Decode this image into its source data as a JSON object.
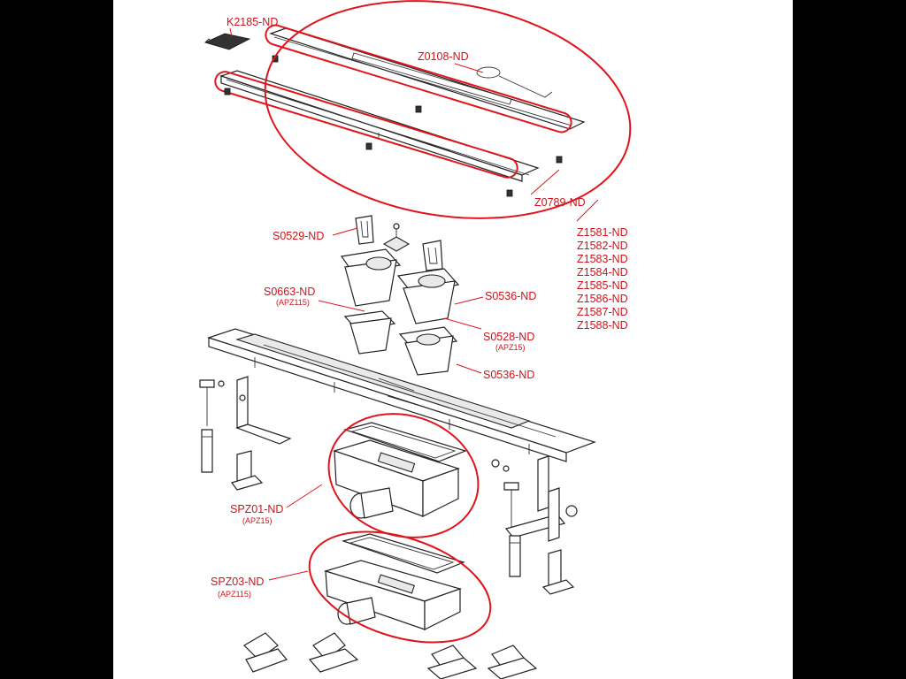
{
  "labels": {
    "k2185": "K2185-ND",
    "z0108": "Z0108-ND",
    "z0789": "Z0789-ND",
    "z_series": [
      "Z1581-ND",
      "Z1582-ND",
      "Z1583-ND",
      "Z1584-ND",
      "Z1585-ND",
      "Z1586-ND",
      "Z1587-ND",
      "Z1588-ND"
    ],
    "s0529": "S0529-ND",
    "s0663": "S0663-ND",
    "s0663_sub": "(APZ115)",
    "s0536_upper": "S0536-ND",
    "s0528": "S0528-ND",
    "s0528_sub": "(APZ15)",
    "s0536_lower": "S0536-ND",
    "spz01": "SPZ01-ND",
    "spz01_sub": "(APZ15)",
    "spz03": "SPZ03-ND",
    "spz03_sub": "(APZ115)"
  },
  "colors": {
    "callout": "#e0141b",
    "label": "#d0121a",
    "line": "#222222",
    "background": "#ffffff",
    "letterbox": "#000000"
  }
}
